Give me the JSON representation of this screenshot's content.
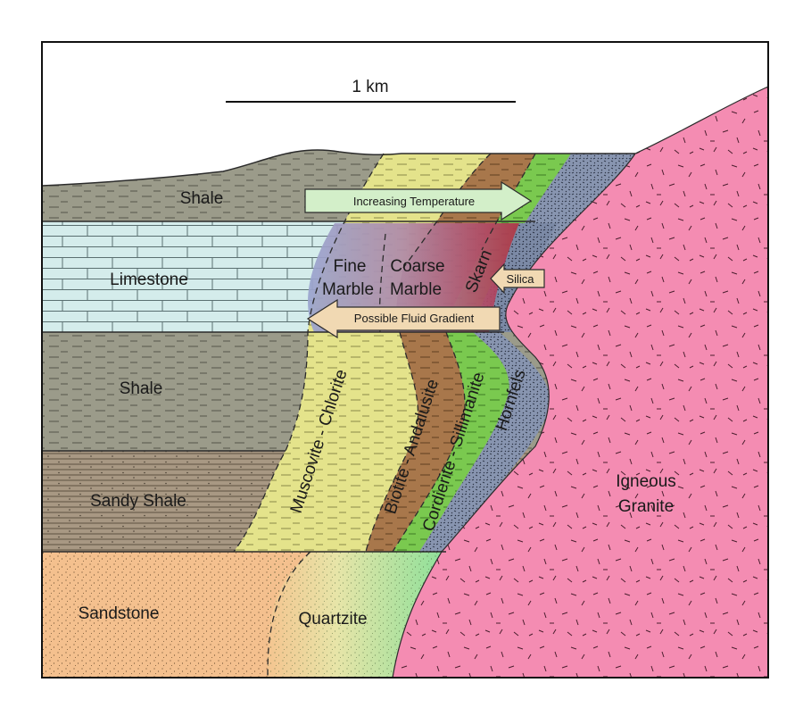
{
  "scale_bar": {
    "label": "1 km"
  },
  "rock_units": {
    "shale_top": "Shale",
    "limestone": "Limestone",
    "shale_mid": "Shale",
    "sandy_shale": "Sandy Shale",
    "sandstone": "Sandstone",
    "quartzite": "Quartzite",
    "granite_line1": "Igneous",
    "granite_line2": "Granite"
  },
  "metamorphic_zones": {
    "fine_marble_line1": "Fine",
    "fine_marble_line2": "Marble",
    "coarse_marble_line1": "Coarse",
    "coarse_marble_line2": "Marble",
    "skarn": "Skarn",
    "muscovite_chlorite": "Muscovite - Chlorite",
    "biotite_andalusite": "Biotite - Andalusite",
    "cordierite_sillimanite": "Cordierite - Sillimanite",
    "hornfels": "Hornfels"
  },
  "arrows": {
    "temperature": "Increasing Temperature",
    "silica": "Silica",
    "fluid": "Possible Fluid Gradient"
  },
  "colors": {
    "shale": "#9b9b8a",
    "limestone": "#d4eceb",
    "sandy_shale": "#a89883",
    "sandstone": "#f4c08e",
    "granite": "#f48cb2",
    "muscovite_chlorite": "#e4e38b",
    "biotite_andalusite": "#a8774b",
    "cordierite_sillimanite": "#7ac94f",
    "hornfels": "#8895b0",
    "arrow_temperature": "#d3efc9",
    "arrow_fluid_silica": "#f1d9b3"
  }
}
